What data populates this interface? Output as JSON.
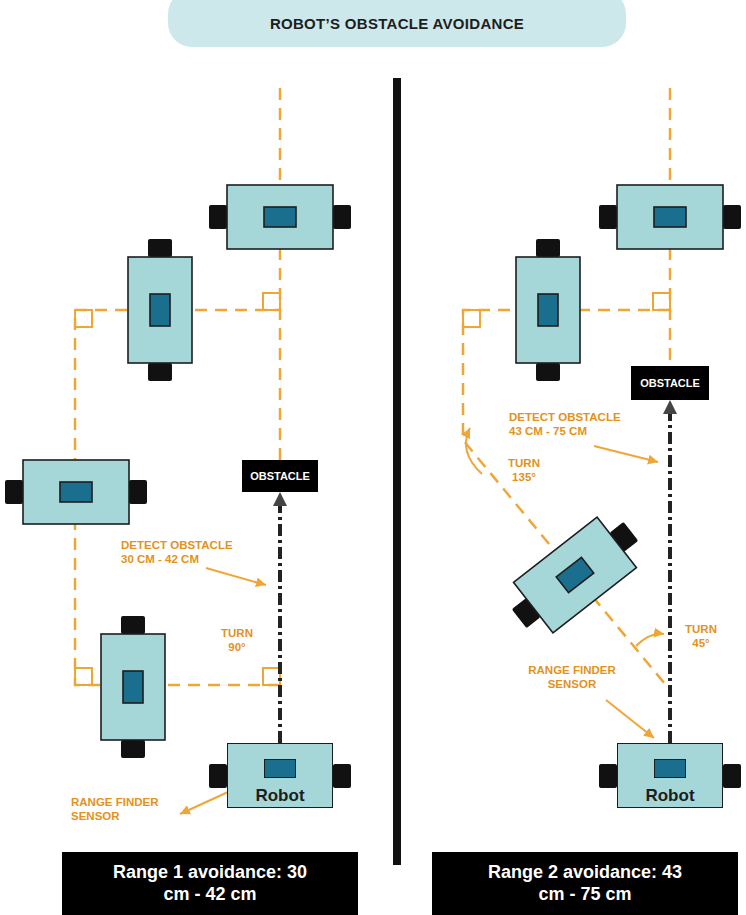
{
  "diagram": {
    "title": "ROBOT’S OBSTACLE AVOIDANCE",
    "nodes": [
      {
        "text": [
          "OBSTACLE"
        ]
      },
      {
        "text": [
          "Robot"
        ]
      },
      {
        "text": [
          "OBSTACLE"
        ]
      },
      {
        "text": [
          "Robot"
        ]
      },
      {
        "text": [
          "Range 1 avoidance: 30 cm - 42 cm"
        ]
      },
      {
        "text": [
          "Range 2 avoidance: 43 cm - 75 cm"
        ]
      }
    ],
    "edges": [
      {
        "from": 1,
        "to": 0,
        "arrow": "to"
      },
      {
        "from": 3,
        "to": 2,
        "arrow": "to"
      }
    ],
    "labels": [
      "DETECT OBSTACLE 30 CM - 42 CM",
      "TURN 90°",
      "RANGE FINDER SENSOR",
      "DETECT OBSTACLE 43 CM - 75 CM",
      "TURN 135°",
      "TURN 45°",
      "RANGE FINDER SENSOR"
    ]
  }
}
